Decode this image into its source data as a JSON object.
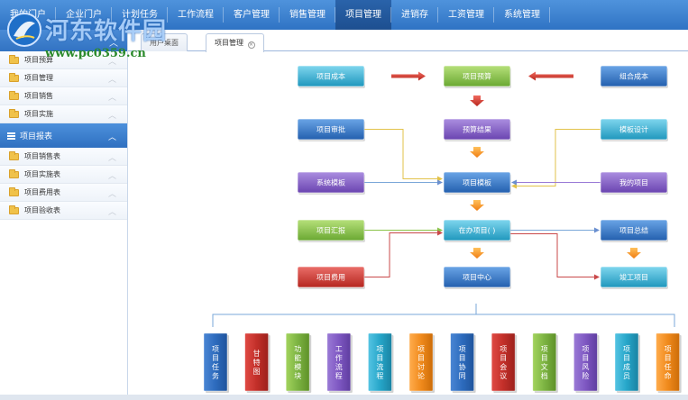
{
  "watermark": {
    "title": "河东软件园",
    "url": "www.pc0359.cn"
  },
  "nav": {
    "items": [
      {
        "label": "我的门户",
        "active": false
      },
      {
        "label": "企业门户",
        "active": false
      },
      {
        "label": "计划任务",
        "active": false
      },
      {
        "label": "工作流程",
        "active": false
      },
      {
        "label": "客户管理",
        "active": false
      },
      {
        "label": "销售管理",
        "active": false
      },
      {
        "label": "项目管理",
        "active": true
      },
      {
        "label": "进销存",
        "active": false
      },
      {
        "label": "工资管理",
        "active": false
      },
      {
        "label": "系统管理",
        "active": false
      }
    ]
  },
  "sidebar": {
    "group1": [
      {
        "label": "项目预算"
      },
      {
        "label": "项目管理"
      },
      {
        "label": "项目销售"
      },
      {
        "label": "项目实施"
      }
    ],
    "section": {
      "label": "项目报表"
    },
    "group2": [
      {
        "label": "项目销售表"
      },
      {
        "label": "项目实施表"
      },
      {
        "label": "项目费用表"
      },
      {
        "label": "项目验收表"
      }
    ]
  },
  "tabs": {
    "user_desktop": "用户桌面",
    "project_mgmt": "项目管理",
    "close_glyph": "×"
  },
  "flow": {
    "nodes": [
      {
        "id": "cost",
        "label": "项目成本"
      },
      {
        "id": "budget",
        "label": "项目预算"
      },
      {
        "id": "contract_cost",
        "label": "组合成本"
      },
      {
        "id": "approval",
        "label": "项目审批"
      },
      {
        "id": "budget_result",
        "label": "预算结果"
      },
      {
        "id": "template_design",
        "label": "模板设计"
      },
      {
        "id": "system_template",
        "label": "系统模板"
      },
      {
        "id": "project_template",
        "label": "项目模板"
      },
      {
        "id": "my_project",
        "label": "我的项目"
      },
      {
        "id": "report",
        "label": "项目汇报"
      },
      {
        "id": "in_progress",
        "label": "在办项目( )"
      },
      {
        "id": "summary",
        "label": "项目总结"
      },
      {
        "id": "expense",
        "label": "项目费用"
      },
      {
        "id": "center",
        "label": "项目中心"
      },
      {
        "id": "completed",
        "label": "竣工项目"
      }
    ],
    "modules": [
      {
        "label": "项目任务",
        "color": "#2f6fbf"
      },
      {
        "label": "甘特图",
        "color": "#c9302c"
      },
      {
        "label": "功能模块",
        "color": "#7cb342"
      },
      {
        "label": "工作流程",
        "color": "#7e57c2"
      },
      {
        "label": "项目流程",
        "color": "#26a6c9"
      },
      {
        "label": "项目讨论",
        "color": "#f08a1c"
      },
      {
        "label": "项目协同",
        "color": "#2f6fbf"
      },
      {
        "label": "项目会议",
        "color": "#c9302c"
      },
      {
        "label": "项目文档",
        "color": "#7cb342"
      },
      {
        "label": "项目风险",
        "color": "#7e57c2"
      },
      {
        "label": "项目成员",
        "color": "#26a6c9"
      },
      {
        "label": "项目任命",
        "color": "#f08a1c"
      }
    ]
  },
  "colors": {
    "nav_blue": "#2f73c4",
    "cyan": "#26a6c9",
    "green": "#7cb342",
    "purple": "#7e57c2",
    "blue": "#2f6fbf",
    "red": "#c9302c",
    "orange": "#f08a1c"
  }
}
